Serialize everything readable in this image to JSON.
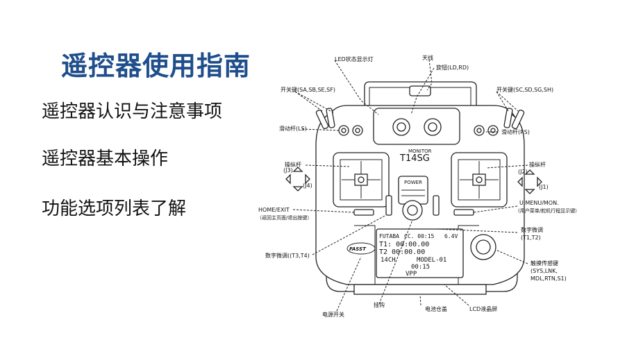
{
  "title": "遥控器使用指南",
  "menu": [
    "遥控器认识与注意事项",
    "遥控器基本操作",
    "功能选项列表了解"
  ],
  "colors": {
    "title": "#1f4e8c",
    "text": "#111111",
    "line": "#222222"
  },
  "diagram": {
    "labels": {
      "led": "LED状态显示灯",
      "antenna": "天线",
      "knob": "旋钮(LD,RD)",
      "switch_left": "开关键(SA,SB,SE,SF)",
      "switch_right": "开关键(SC,SD,SG,SH)",
      "slider_left": "滑动杆(LS)",
      "slider_right": "滑动杆(RS)",
      "stick_left": "操纵杆",
      "stick_right": "操纵杆",
      "j3": "(J3)",
      "j4": "(J4)",
      "j2": "(J2)",
      "j1": "(J1)",
      "home_exit": "HOME/EXIT",
      "home_exit_desc": "（返回主页面/退出按键）",
      "umenu": "U.MENU/MON.",
      "umenu_desc": "(用户菜单/舵机行程显示键）",
      "trim_right": "数字微调",
      "trim_right_codes": "(T1,T2)",
      "trim_left": "数字微调((T3,T4)",
      "touch": "触摸传感键",
      "touch_codes1": "(SYS,LNK,",
      "touch_codes2": "MDL,RTN,S1)",
      "power_switch": "电源开关",
      "hook": "挂钩",
      "battery": "电池仓盖",
      "lcd": "LCD液晶屏"
    },
    "device": {
      "model": "T14SG",
      "monitor": "MONITOR",
      "power": "POWER",
      "fasst": "FASST",
      "screen": {
        "line1_left": "FUTABA",
        "line1_mid": "CC. 00:15",
        "line1_right": "6.4V",
        "line2": "T1: 00:00.00",
        "line3": "T2 00:00.00",
        "line4_left": "14CH",
        "line4_right": "MODEL-01",
        "line5": "00:15",
        "line6": "VPP"
      }
    }
  }
}
